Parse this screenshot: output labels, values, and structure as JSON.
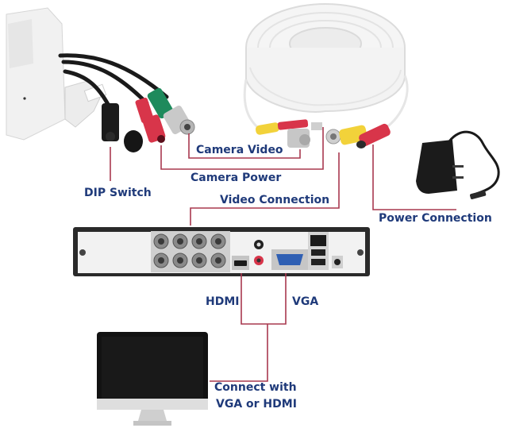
{
  "labels": {
    "camera_video": "Camera Video",
    "camera_power": "Camera Power",
    "dip_switch": "DIP Switch",
    "video_connection": "Video Connection",
    "power_connection": "Power Connection",
    "hdmi": "HDMI",
    "vga": "VGA",
    "connect_line1": "Connect with",
    "connect_line2": "VGA or HDMI"
  },
  "colors": {
    "label_text": "#1f3a7a",
    "leader_line": "#a8384f",
    "bnc_green": "#1e8a5c",
    "power_red": "#d8354a",
    "connector_yellow": "#f2d23a",
    "dvr_body": "#2a2a2a",
    "dvr_panel": "#f2f2f2",
    "monitor_screen": "#121212"
  },
  "dvr": {
    "bnc_inputs": 8,
    "usb_ports": 2
  }
}
